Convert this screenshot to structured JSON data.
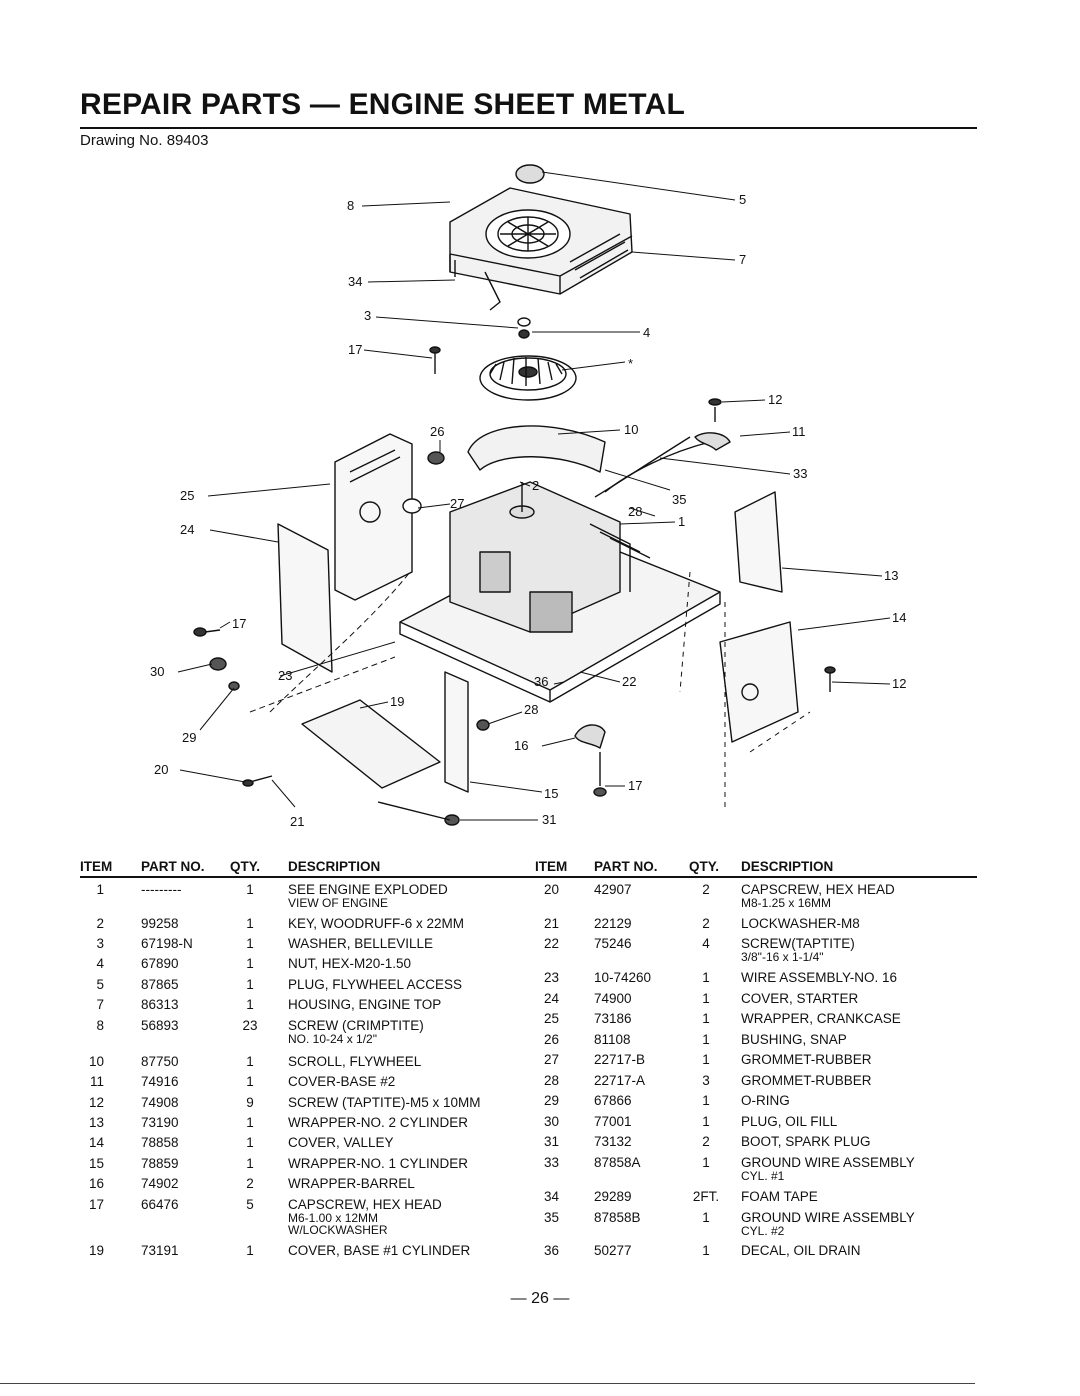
{
  "header": {
    "title": "REPAIR PARTS — ENGINE SHEET METAL",
    "drawing_no": "Drawing No. 89403"
  },
  "callouts": [
    "8",
    "5",
    "7",
    "34",
    "3",
    "4",
    "17",
    "*",
    "12",
    "26",
    "10",
    "11",
    "33",
    "25",
    "27",
    "2",
    "35",
    "28",
    "1",
    "24",
    "13",
    "14",
    "17",
    "30",
    "23",
    "22",
    "12",
    "19",
    "28",
    "36",
    "29",
    "16",
    "20",
    "15",
    "17",
    "21",
    "31"
  ],
  "table": {
    "headers": {
      "item": "ITEM",
      "part": "PART NO.",
      "qty": "QTY.",
      "desc": "DESCRIPTION"
    },
    "left": [
      {
        "item": "1",
        "part": "---------",
        "qty": "1",
        "desc": "SEE ENGINE EXPLODED",
        "desc2": "VIEW OF ENGINE"
      },
      {
        "item": "2",
        "part": "99258",
        "qty": "1",
        "desc": "KEY, WOODRUFF-6 x 22MM",
        "desc2": ""
      },
      {
        "item": "3",
        "part": "67198-N",
        "qty": "1",
        "desc": "WASHER, BELLEVILLE",
        "desc2": ""
      },
      {
        "item": "4",
        "part": "67890",
        "qty": "1",
        "desc": "NUT, HEX-M20-1.50",
        "desc2": ""
      },
      {
        "item": "5",
        "part": "87865",
        "qty": "1",
        "desc": "PLUG, FLYWHEEL ACCESS",
        "desc2": ""
      },
      {
        "item": "7",
        "part": "86313",
        "qty": "1",
        "desc": "HOUSING, ENGINE TOP",
        "desc2": ""
      },
      {
        "item": "8",
        "part": "56893",
        "qty": "23",
        "desc": "SCREW (CRIMPTITE)",
        "desc2": "NO. 10-24 x 1/2\""
      },
      {
        "item": "10",
        "part": "87750",
        "qty": "1",
        "desc": "SCROLL, FLYWHEEL",
        "desc2": ""
      },
      {
        "item": "11",
        "part": "74916",
        "qty": "1",
        "desc": "COVER-BASE #2",
        "desc2": ""
      },
      {
        "item": "12",
        "part": "74908",
        "qty": "9",
        "desc": "SCREW (TAPTITE)-M5 x 10MM",
        "desc2": ""
      },
      {
        "item": "13",
        "part": "73190",
        "qty": "1",
        "desc": "WRAPPER-NO. 2 CYLINDER",
        "desc2": ""
      },
      {
        "item": "14",
        "part": "78858",
        "qty": "1",
        "desc": "COVER, VALLEY",
        "desc2": ""
      },
      {
        "item": "15",
        "part": "78859",
        "qty": "1",
        "desc": "WRAPPER-NO. 1 CYLINDER",
        "desc2": ""
      },
      {
        "item": "16",
        "part": "74902",
        "qty": "2",
        "desc": "WRAPPER-BARREL",
        "desc2": ""
      },
      {
        "item": "17",
        "part": "66476",
        "qty": "5",
        "desc": "CAPSCREW, HEX HEAD",
        "desc2": "M6-1.00 x 12MM",
        "desc3": "W/LOCKWASHER"
      },
      {
        "item": "19",
        "part": "73191",
        "qty": "1",
        "desc": "COVER, BASE #1 CYLINDER",
        "desc2": ""
      }
    ],
    "right": [
      {
        "item": "20",
        "part": "42907",
        "qty": "2",
        "desc": "CAPSCREW, HEX HEAD",
        "desc2": "M8-1.25 x 16MM"
      },
      {
        "item": "21",
        "part": "22129",
        "qty": "2",
        "desc": "LOCKWASHER-M8",
        "desc2": ""
      },
      {
        "item": "22",
        "part": "75246",
        "qty": "4",
        "desc": "SCREW(TAPTITE)",
        "desc2": "3/8\"-16 x 1-1/4\""
      },
      {
        "item": "23",
        "part": "10-74260",
        "qty": "1",
        "desc": "WIRE ASSEMBLY-NO. 16",
        "desc2": ""
      },
      {
        "item": "24",
        "part": "74900",
        "qty": "1",
        "desc": "COVER, STARTER",
        "desc2": ""
      },
      {
        "item": "25",
        "part": "73186",
        "qty": "1",
        "desc": "WRAPPER, CRANKCASE",
        "desc2": ""
      },
      {
        "item": "26",
        "part": "81108",
        "qty": "1",
        "desc": "BUSHING, SNAP",
        "desc2": ""
      },
      {
        "item": "27",
        "part": "22717-B",
        "qty": "1",
        "desc": "GROMMET-RUBBER",
        "desc2": ""
      },
      {
        "item": "28",
        "part": "22717-A",
        "qty": "3",
        "desc": "GROMMET-RUBBER",
        "desc2": ""
      },
      {
        "item": "29",
        "part": "67866",
        "qty": "1",
        "desc": "O-RING",
        "desc2": ""
      },
      {
        "item": "30",
        "part": "77001",
        "qty": "1",
        "desc": "PLUG, OIL FILL",
        "desc2": ""
      },
      {
        "item": "31",
        "part": "73132",
        "qty": "2",
        "desc": "BOOT, SPARK PLUG",
        "desc2": ""
      },
      {
        "item": "33",
        "part": "87858A",
        "qty": "1",
        "desc": "GROUND WIRE ASSEMBLY",
        "desc2": "CYL. #1"
      },
      {
        "item": "34",
        "part": "29289",
        "qty": "2FT.",
        "desc": "FOAM TAPE",
        "desc2": ""
      },
      {
        "item": "35",
        "part": "87858B",
        "qty": "1",
        "desc": "GROUND WIRE ASSEMBLY",
        "desc2": "CYL. #2"
      },
      {
        "item": "36",
        "part": "50277",
        "qty": "1",
        "desc": "DECAL, OIL DRAIN",
        "desc2": ""
      }
    ]
  },
  "footer": {
    "page_number": "— 26 —"
  }
}
